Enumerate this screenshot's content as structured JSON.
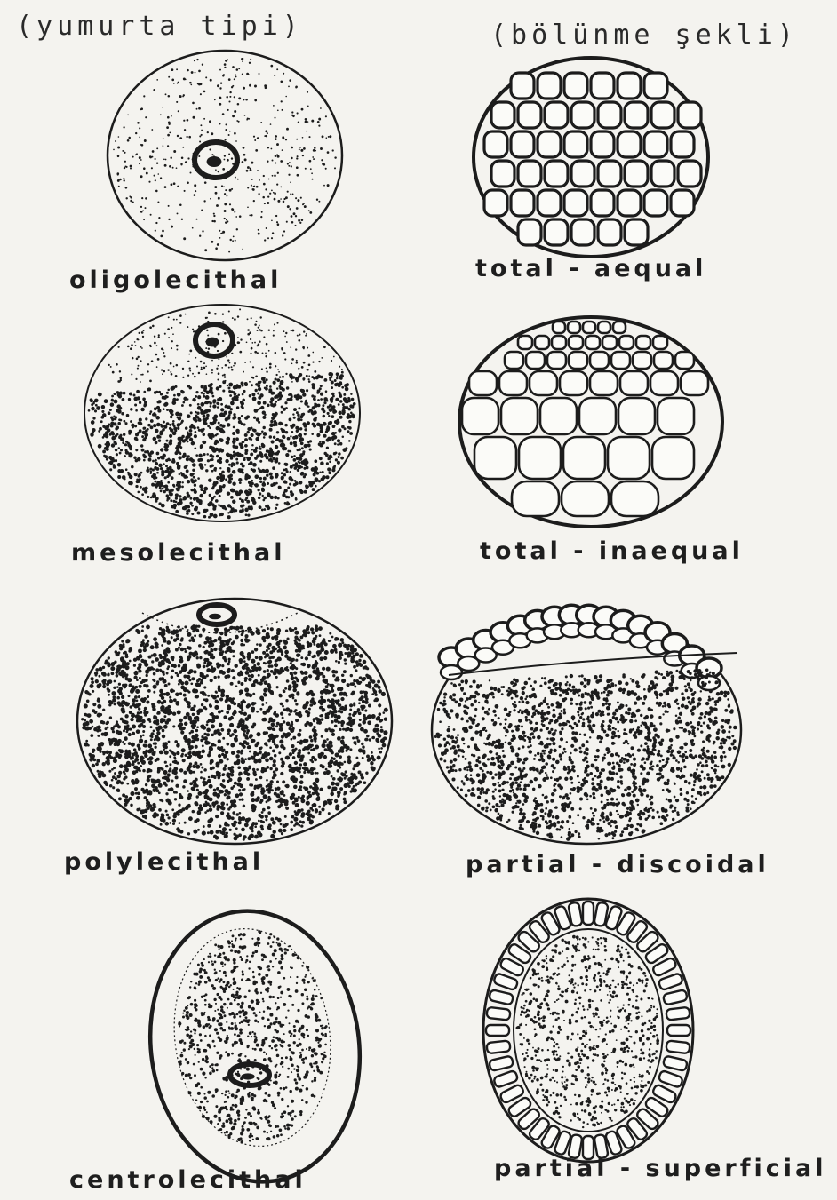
{
  "headers": {
    "left": "(yumurta tipi)",
    "right": "(bölünme şekli)"
  },
  "rows": [
    {
      "egg_type": "oligolecithal",
      "cleavage_type": "total - aequal"
    },
    {
      "egg_type": "mesolecithal",
      "cleavage_type": "total - inaequal"
    },
    {
      "egg_type": "polylecithal",
      "cleavage_type": "partial - discoidal"
    },
    {
      "egg_type": "centrolecithal",
      "cleavage_type": "partial - superficial"
    }
  ],
  "colors": {
    "paper": "#f4f3ef",
    "ink": "#1c1c1c"
  }
}
